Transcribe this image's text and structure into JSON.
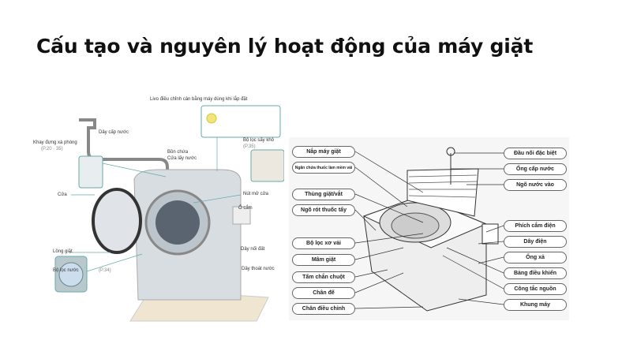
{
  "title": "Cấu tạo và nguyên lý hoạt động của máy giặt",
  "front_loader": {
    "labels": {
      "level": "Livo điều chỉnh cân bằng máy dùng khi lắp đặt",
      "water_hose": "Dây cấp nước",
      "detergent_tray": "Khay đựng xà phòng",
      "detergent_tray_page": "(P.20 · 35)",
      "tank": "Bồn chứa",
      "water_inlet": "Cửa lấy nước",
      "dryer_filter": "Bộ lọc sấy khô",
      "dryer_filter_page": "(P.35)",
      "door": "Cửa",
      "door_button": "Nút mở cửa",
      "socket": "Ổ cắm",
      "drum": "Lồng giặt",
      "ground_wire": "Dây nối đất",
      "water_filter": "Bộ lọc nước",
      "water_filter_page": "(P.34)",
      "drain_hose": "Dây thoát nước"
    }
  },
  "top_loader": {
    "left_labels": [
      "Nắp máy giặt",
      "Ngăn chứa thuốc làm mềm vải",
      "Thùng giặt/vắt",
      "Ngõ rót thuốc tẩy",
      "Bộ lọc xơ vải",
      "Mâm giặt",
      "Tấm chắn chuột",
      "Chân đế",
      "Chân điều chỉnh"
    ],
    "right_labels": [
      "Đầu nối đặc biệt",
      "Ống cấp nước",
      "Ngõ nước vào",
      "Phích cắm điện",
      "Dây điện",
      "Ống xả",
      "Bảng điều khiển",
      "Công tắc nguồn",
      "Khung máy"
    ]
  }
}
